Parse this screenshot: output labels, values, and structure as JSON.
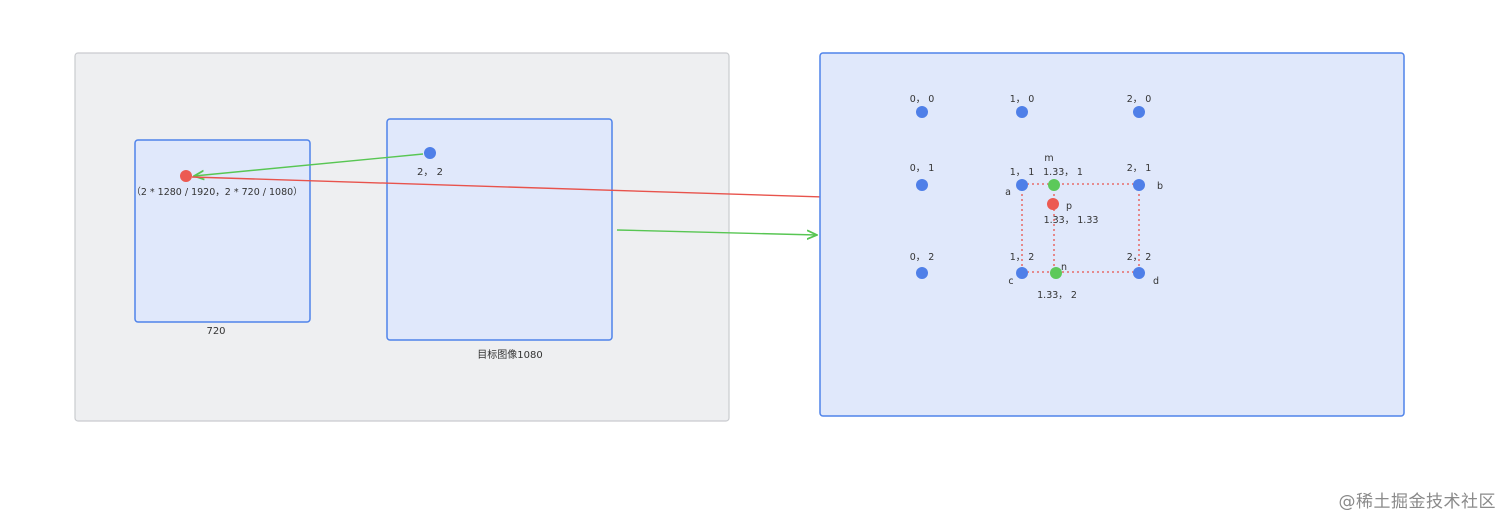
{
  "left_panel": {
    "source_image_label": "720",
    "target_image_label": "目标图像1080",
    "target_point_label": "2， 2",
    "mapped_point_label": "（2 * 1280 / 1920，2 * 720 / 1080）"
  },
  "grid_panel": {
    "points": [
      {
        "id": "p00",
        "label": "0， 0"
      },
      {
        "id": "p10",
        "label": "1， 0"
      },
      {
        "id": "p20",
        "label": "2， 0"
      },
      {
        "id": "p01",
        "label": "0， 1"
      },
      {
        "id": "p11",
        "label": "1， 1"
      },
      {
        "id": "p21",
        "label": "2， 1"
      },
      {
        "id": "p02",
        "label": "0， 2"
      },
      {
        "id": "p12",
        "label": "1， 2"
      },
      {
        "id": "p22",
        "label": "2， 2"
      }
    ],
    "corner_letters": {
      "a": "a",
      "b": "b",
      "c": "c",
      "d": "d"
    },
    "interp_points": {
      "m": {
        "letter": "m",
        "label": "1.33， 1"
      },
      "n": {
        "letter": "n",
        "label": "1.33， 2"
      },
      "p": {
        "letter": "p",
        "label": "1.33， 1.33"
      }
    }
  },
  "colors": {
    "panel_gray": "#eeeff1",
    "panel_blue": "#e0e8fb",
    "border_blue": "#4f83ea",
    "point_blue": "#4f7fe8",
    "point_red": "#ec5a52",
    "point_green": "#5cc95a",
    "arrow_red": "#e8534c",
    "arrow_green": "#58c653",
    "dotted_red": "#e8534c"
  },
  "watermark": "@稀土掘金技术社区"
}
